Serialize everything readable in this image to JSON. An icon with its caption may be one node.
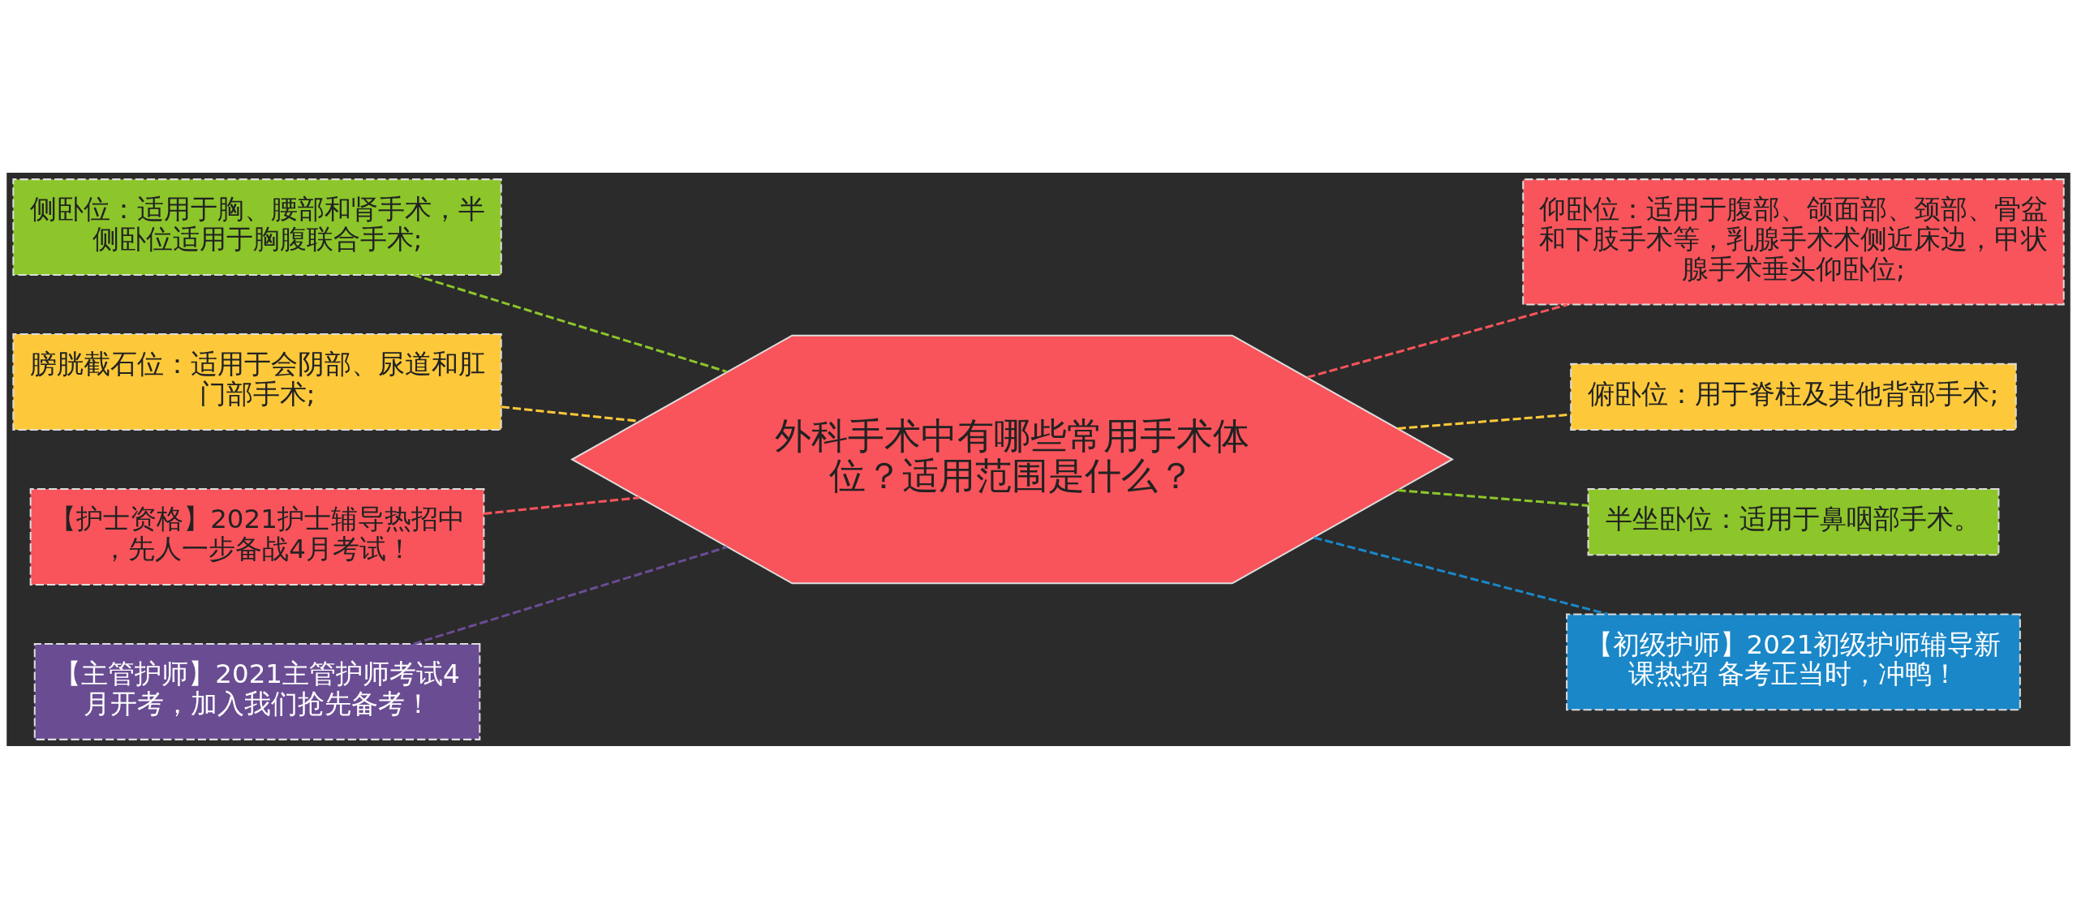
{
  "diagram": {
    "nodes": [
      {
        "text": [
          "外科手术中有哪些常用手术体位？适用范围是什么？"
        ]
      },
      {
        "text": [
          "侧卧位：适用于胸、腰部和肾手术，半侧卧位适用于胸腹联合手术;"
        ]
      },
      {
        "text": [
          "膀胱截石位：适用于会阴部、尿道和肛门部手术;"
        ]
      },
      {
        "text": [
          "【护士资格】2021护士辅导热招中，先人一步备战4月考试！"
        ]
      },
      {
        "text": [
          "【主管护师】2021主管护师考试4月开考，加入我们抢先备考！"
        ]
      },
      {
        "text": [
          "仰卧位：适用于腹部、颌面部、颈部、骨盆和下肢手术等，乳腺手术术侧近床边，甲状腺手术垂头仰卧位;"
        ]
      },
      {
        "text": [
          "俯卧位：用于脊柱及其他背部手术;"
        ]
      },
      {
        "text": [
          "半坐卧位：适用于鼻咽部手术。"
        ]
      },
      {
        "text": [
          "【初级护师】2021初级护师辅导新课热招 备考正当时，冲鸭！"
        ]
      }
    ],
    "edges": [
      {
        "from": 0,
        "to": 1,
        "arrow": "none",
        "style": "dashed",
        "color": "#8cc62a"
      },
      {
        "from": 0,
        "to": 2,
        "arrow": "none",
        "style": "dashed",
        "color": "#fdc93a"
      },
      {
        "from": 0,
        "to": 3,
        "arrow": "none",
        "style": "dashed",
        "color": "#f9545b"
      },
      {
        "from": 0,
        "to": 4,
        "arrow": "none",
        "style": "dashed",
        "color": "#6a4c93"
      },
      {
        "from": 0,
        "to": 5,
        "arrow": "none",
        "style": "dashed",
        "color": "#f9545b"
      },
      {
        "from": 0,
        "to": 6,
        "arrow": "none",
        "style": "dashed",
        "color": "#fdc93a"
      },
      {
        "from": 0,
        "to": 7,
        "arrow": "none",
        "style": "dashed",
        "color": "#8cc62a"
      },
      {
        "from": 0,
        "to": 8,
        "arrow": "none",
        "style": "dashed",
        "color": "#1a87c8"
      }
    ]
  }
}
